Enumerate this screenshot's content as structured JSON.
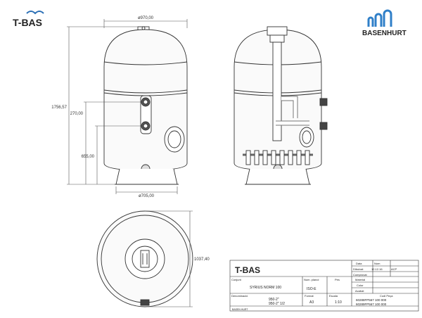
{
  "logos": {
    "left": "T-BAS",
    "right": "BASENHURT"
  },
  "colors": {
    "line": "#333333",
    "dim": "#555555",
    "tbas_blue": "#2a6fb5",
    "tbas_dark": "#1a1a1a",
    "basenhurt_blue": "#2f7fc8"
  },
  "dimensions": {
    "top_width": "ø970,00",
    "height_total": "1756,57",
    "height_upper_port": "270,00",
    "height_lower_port": "655,00",
    "base_width": "ø705,00",
    "top_view_height": "1037,40"
  },
  "title_block": {
    "logo": "T-BAS",
    "labels": {
      "data": "Data",
      "nom": "Nom",
      "dibuixat": "Dibuixat",
      "comprovat": "Comprovat",
      "conjunt": "Conjunt",
      "num_planol": "Num. planol",
      "pes": "Pes",
      "material": "Material",
      "color": "Color",
      "acabat": "Acabat",
      "denominacio": "Denominació",
      "format": "Format",
      "escala": "Escala",
      "codi_peca": "Codi  Peça"
    },
    "values": {
      "date": "12.12.16",
      "author": "ACP",
      "conjunt": "SYRIUS NORM 100",
      "standard": "ISO-E",
      "denominacio_1": "950-2\"",
      "denominacio_2": "950-2\" 1/2",
      "format": "A3",
      "escala": "1:10",
      "codi_1": "60288FP567 100 000",
      "codi_2": "60289FP567 100 000",
      "footer": "BASEN HURT"
    }
  }
}
